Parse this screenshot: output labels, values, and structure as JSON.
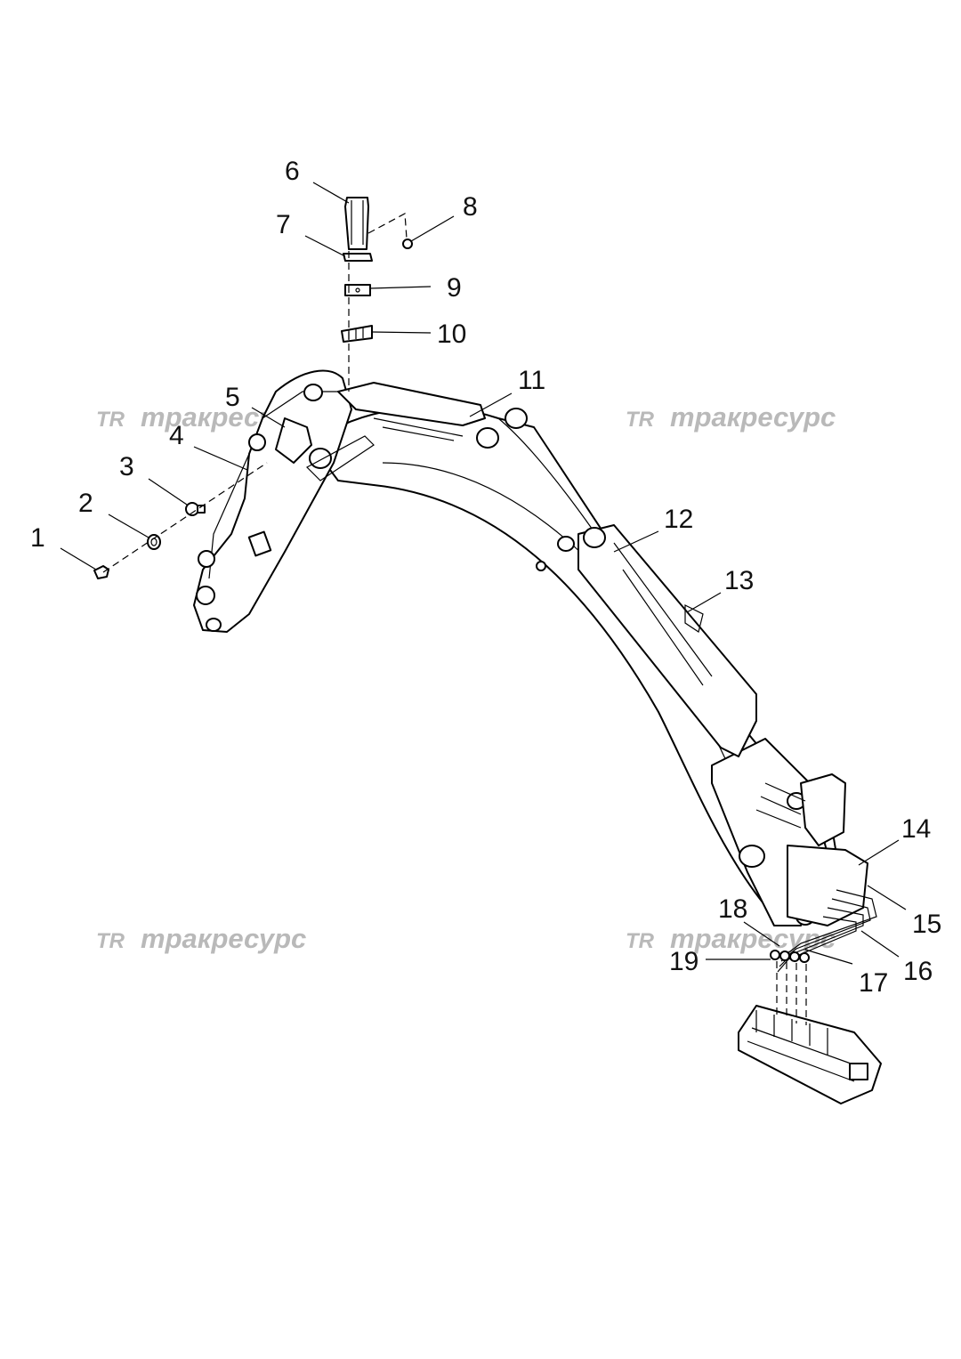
{
  "watermark": {
    "logo": "TR",
    "text": "тракресурс"
  },
  "callouts": [
    {
      "id": "1",
      "label": "1"
    },
    {
      "id": "2",
      "label": "2"
    },
    {
      "id": "3",
      "label": "3"
    },
    {
      "id": "4",
      "label": "4"
    },
    {
      "id": "5",
      "label": "5"
    },
    {
      "id": "6",
      "label": "6"
    },
    {
      "id": "7",
      "label": "7"
    },
    {
      "id": "8",
      "label": "8"
    },
    {
      "id": "9",
      "label": "9"
    },
    {
      "id": "10",
      "label": "10"
    },
    {
      "id": "11",
      "label": "11"
    },
    {
      "id": "12",
      "label": "12"
    },
    {
      "id": "13",
      "label": "13"
    },
    {
      "id": "14",
      "label": "14"
    },
    {
      "id": "15",
      "label": "15"
    },
    {
      "id": "16",
      "label": "16"
    },
    {
      "id": "17",
      "label": "17"
    },
    {
      "id": "18",
      "label": "18"
    },
    {
      "id": "19",
      "label": "19"
    }
  ]
}
